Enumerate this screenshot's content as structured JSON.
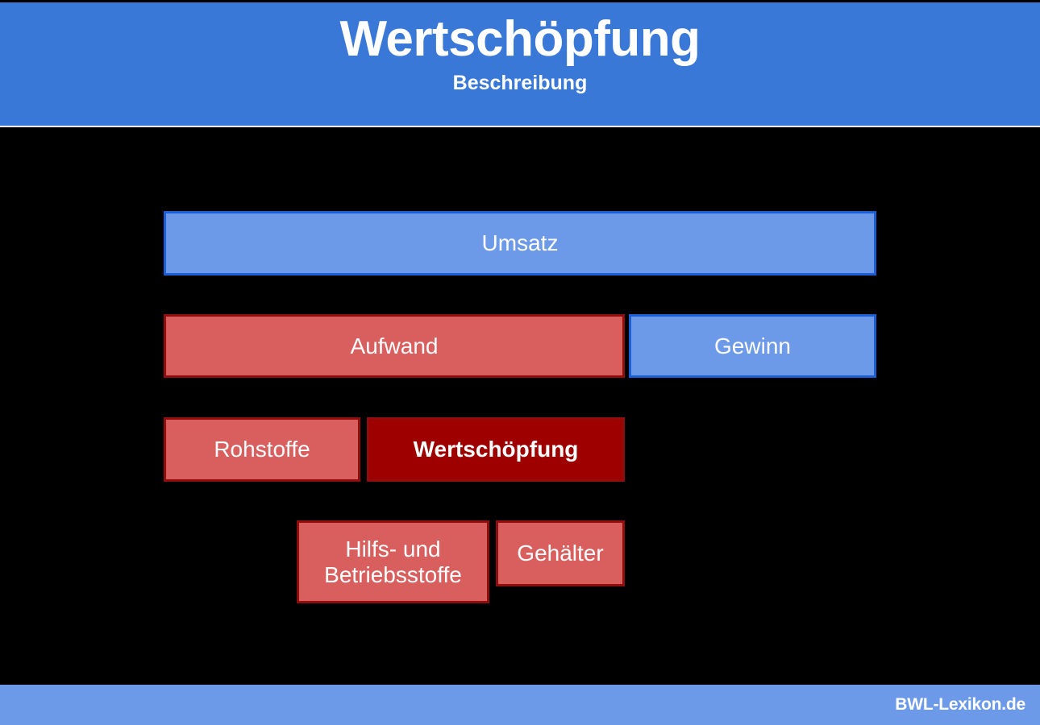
{
  "header": {
    "title": "Wertschöpfung",
    "subtitle": "Beschreibung",
    "background_color": "#3a78d8",
    "text_color": "#ffffff"
  },
  "diagram": {
    "background_color": "#000000",
    "rows": [
      {
        "row_name": "umsatz-row",
        "boxes": [
          {
            "label": "Umsatz",
            "kind": "blue",
            "fill": "#6c9ae8",
            "border": "#1c5fd4",
            "emphasis": "normal"
          }
        ]
      },
      {
        "row_name": "aufwand-gewinn-row",
        "boxes": [
          {
            "label": "Aufwand",
            "kind": "red-light",
            "fill": "#d95f5f",
            "border": "#8f0d0d",
            "emphasis": "normal"
          },
          {
            "label": "Gewinn",
            "kind": "blue",
            "fill": "#6c9ae8",
            "border": "#1c5fd4",
            "emphasis": "normal"
          }
        ]
      },
      {
        "row_name": "rohstoffe-wertschoepfung-row",
        "boxes": [
          {
            "label": "Rohstoffe",
            "kind": "red-light",
            "fill": "#d95f5f",
            "border": "#8f0d0d",
            "emphasis": "normal"
          },
          {
            "label": "Wertschöpfung",
            "kind": "red-dark",
            "fill": "#9e0000",
            "border": "#8f0d0d",
            "emphasis": "bold"
          }
        ]
      },
      {
        "row_name": "hilfsstoffe-gehaelter-row",
        "boxes": [
          {
            "label": "Hilfs- und Betriebsstoffe",
            "kind": "red-light",
            "fill": "#d95f5f",
            "border": "#8f0d0d",
            "emphasis": "normal"
          },
          {
            "label": "Gehälter",
            "kind": "red-light",
            "fill": "#d95f5f",
            "border": "#8f0d0d",
            "emphasis": "normal"
          }
        ]
      }
    ]
  },
  "footer": {
    "brand": "BWL-Lexikon.de",
    "background_color": "#6c9ae8",
    "text_color": "#ffffff"
  }
}
